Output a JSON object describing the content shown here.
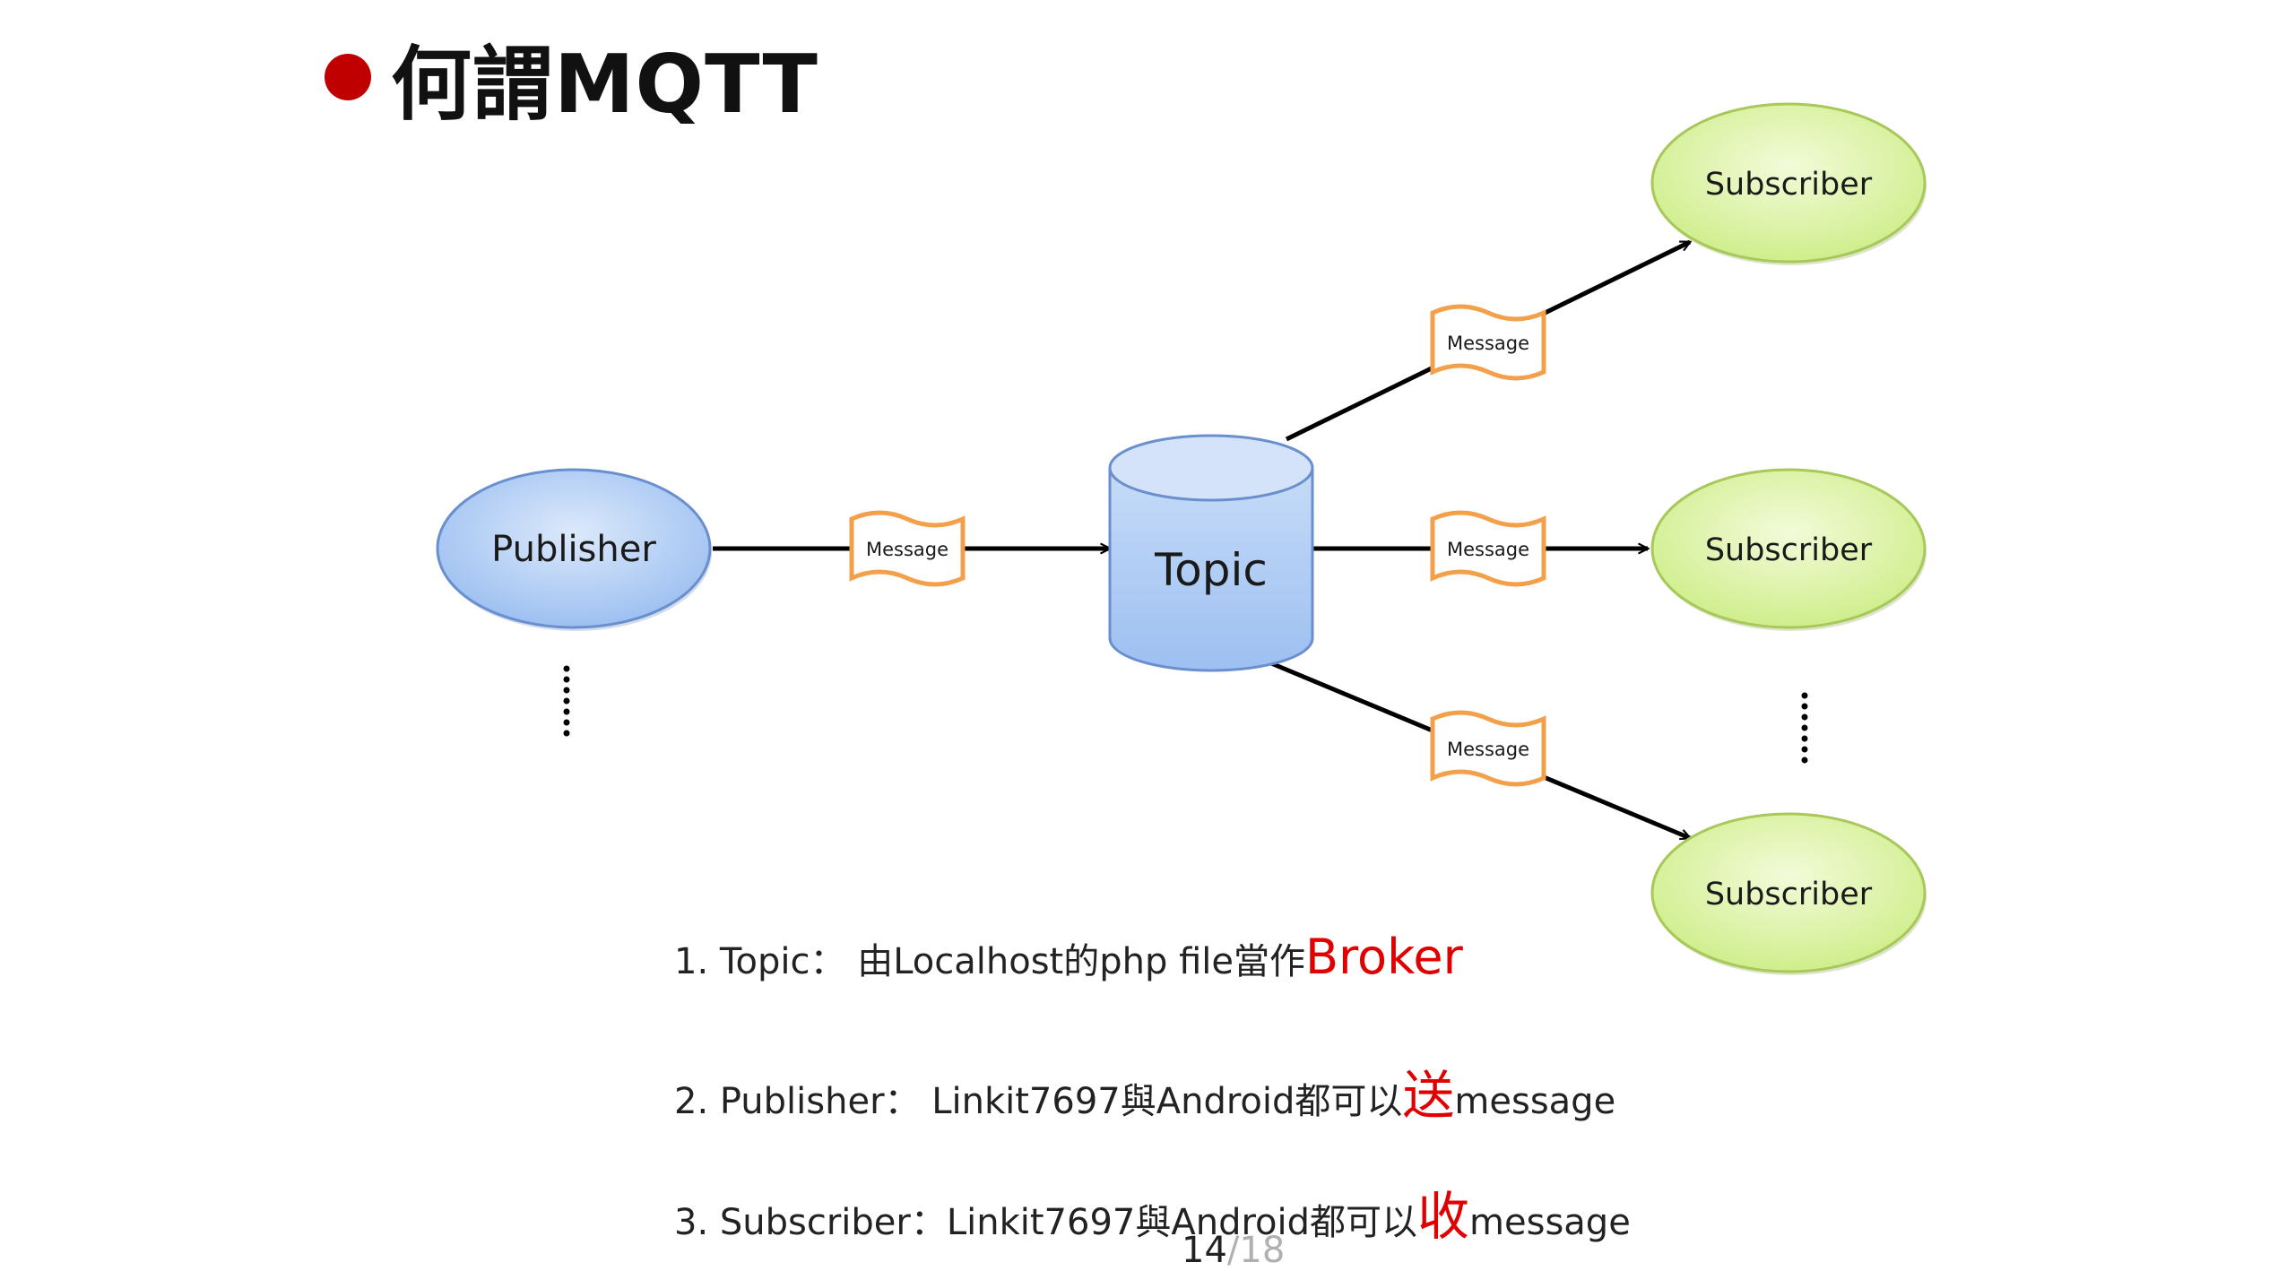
{
  "slide": {
    "title": "何謂MQTT",
    "bullet_color": "#c00000"
  },
  "diagram": {
    "publisher": "Publisher",
    "topic": "Topic",
    "subscribers": [
      "Subscriber",
      "Subscriber",
      "Subscriber"
    ],
    "message_label": "Message",
    "colors": {
      "publisher_fill": "#a9c8f5",
      "topic_fill": "#a9c8f5",
      "subscriber_fill": "#d8f29a",
      "message_stroke": "#f4a04a"
    }
  },
  "notes": [
    {
      "prefix": "1. Topic： 由Localhost的php file當作",
      "highlight": "Broker",
      "suffix": ""
    },
    {
      "prefix": "2. Publisher： Linkit7697與Android都可以",
      "highlight": "送",
      "suffix": "message"
    },
    {
      "prefix": "3. Subscriber：Linkit7697與Android都可以",
      "highlight": "收",
      "suffix": "message"
    }
  ],
  "pager": {
    "current": "14",
    "total": "/18"
  }
}
